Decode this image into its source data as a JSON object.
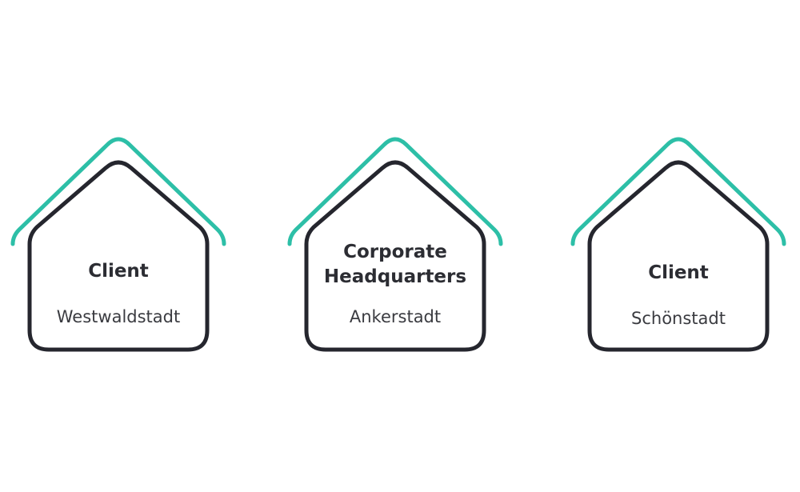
{
  "houses": [
    {
      "title": "Client",
      "city": "Westwaldstadt"
    },
    {
      "title": "Corporate Headquarters",
      "title_lines": [
        "Corporate",
        "Headquarters"
      ],
      "city": "Ankerstadt"
    },
    {
      "title": "Client",
      "city": "Schönstadt"
    }
  ],
  "colors": {
    "roof": "#2dbfa7",
    "outline": "#25262e",
    "text": "#2c2d33"
  }
}
